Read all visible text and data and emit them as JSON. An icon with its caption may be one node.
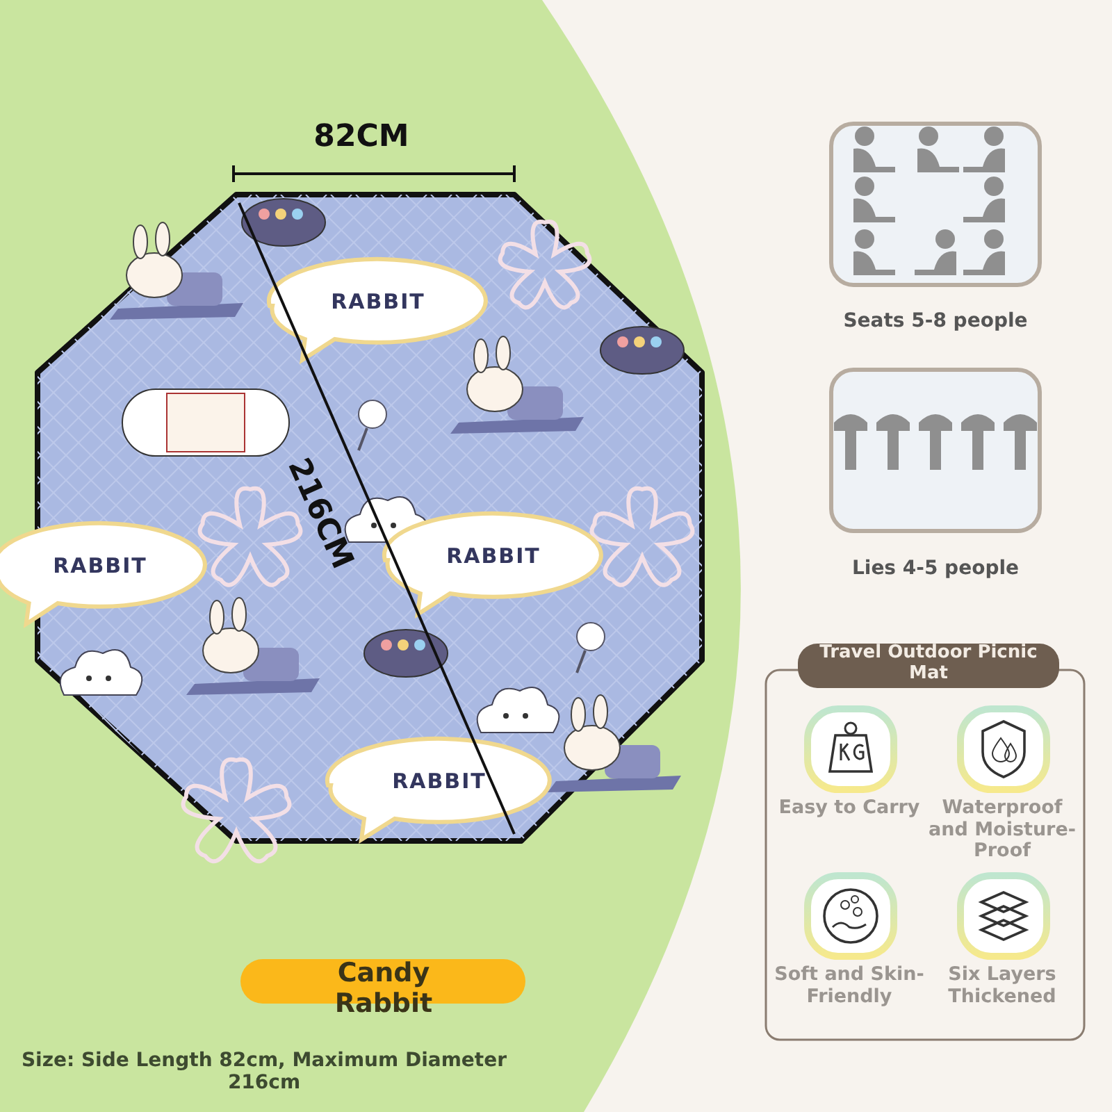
{
  "diagram": {
    "labels": [
      "82CM",
      "RABBIT",
      "216CM",
      "RABBIT",
      "RABBIT",
      "RABBIT",
      "Seats 5-8 people",
      "Lies 4-5 people",
      "Travel Outdoor Picnic Mat",
      "Easy to Carry",
      "Waterproof and Moisture-Proof",
      "Soft and Skin-Friendly",
      "Six Layers Thickened",
      "Candy Rabbit",
      "Size: Side Length 82cm, Maximum Diameter 216cm"
    ]
  }
}
